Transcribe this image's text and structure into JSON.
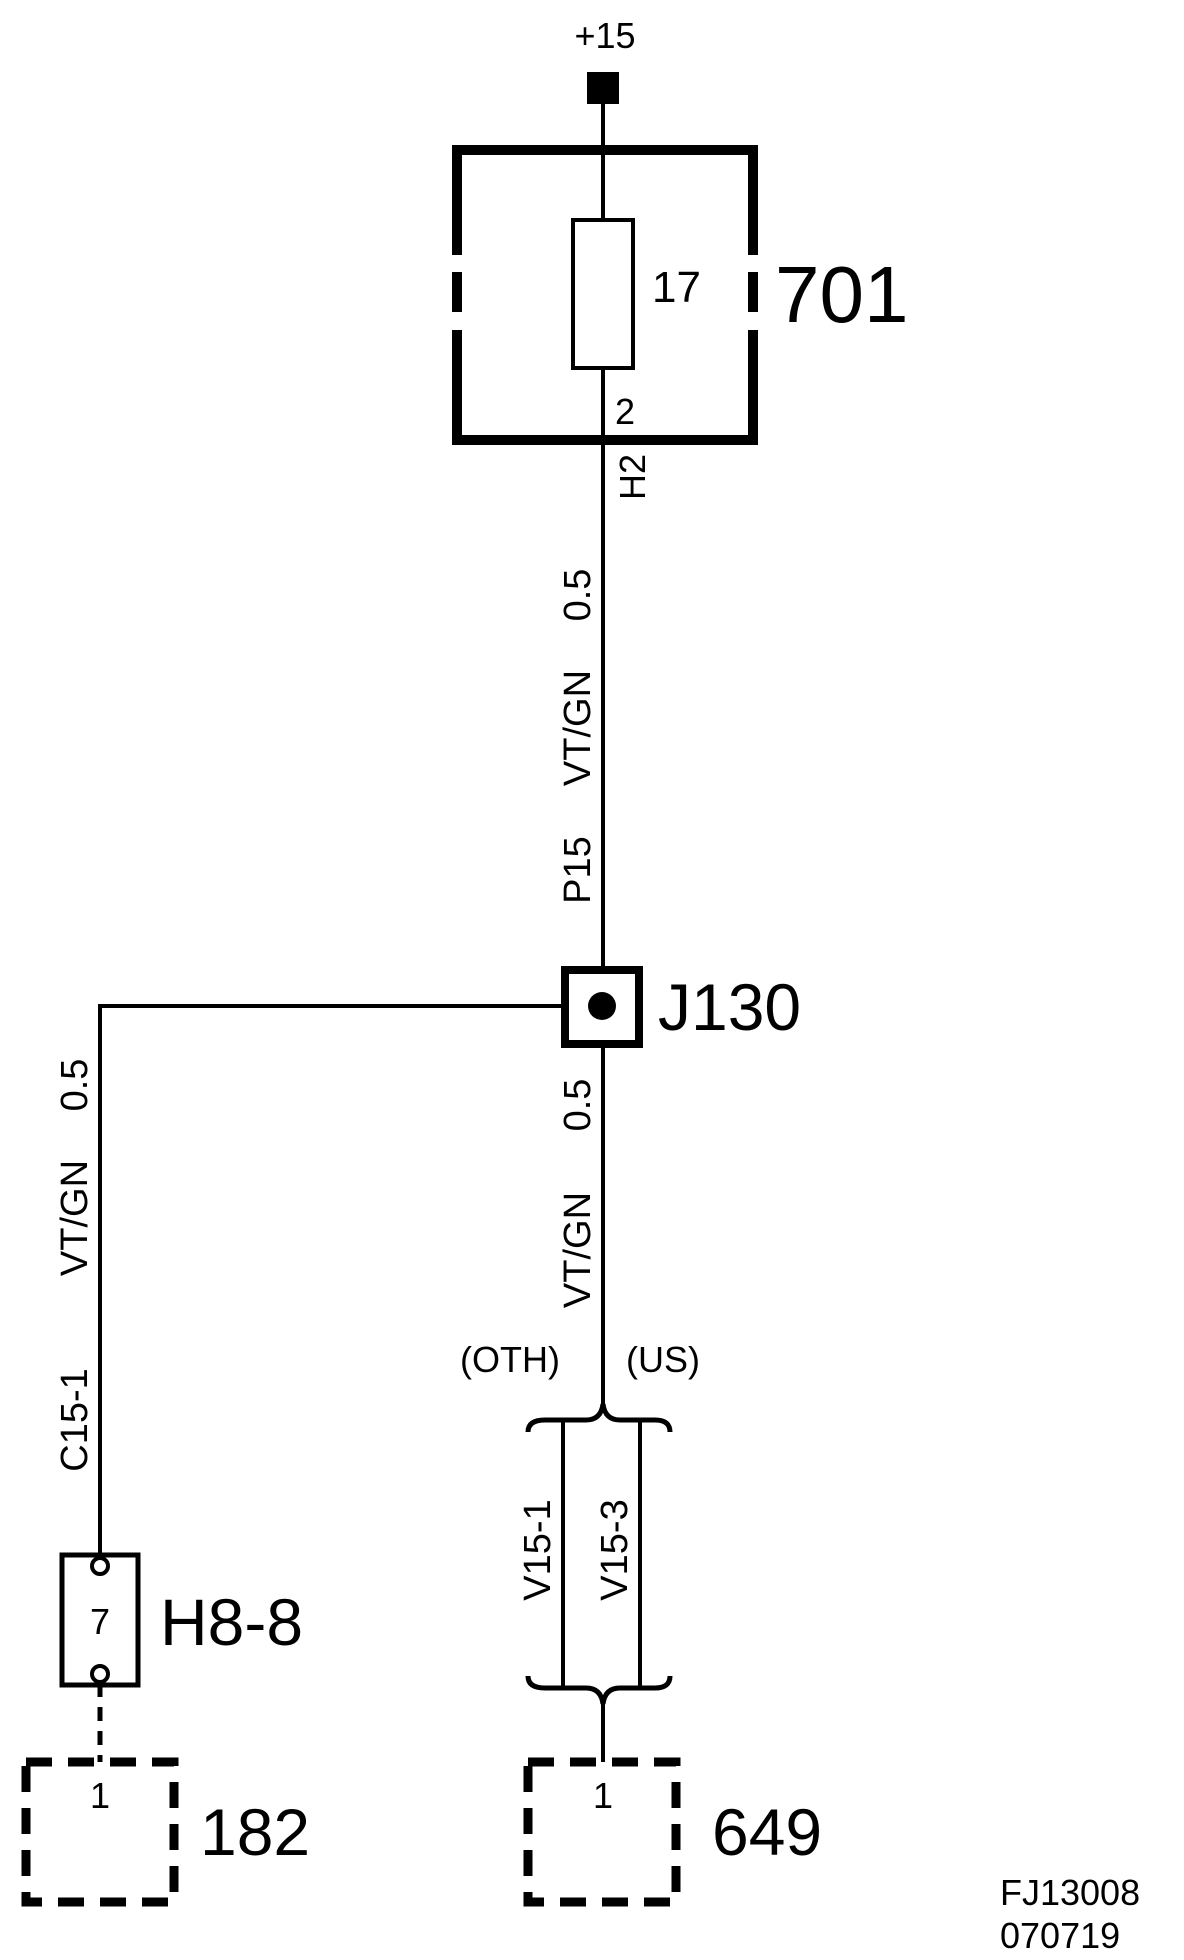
{
  "supply": {
    "label": "+15"
  },
  "fuse_box": {
    "id": "701",
    "fuse_number": "17",
    "pin": "2",
    "connector": "H2"
  },
  "wire_main": {
    "size": "0.5",
    "color": "VT/GN",
    "circuit": "P15"
  },
  "splice": {
    "id": "J130"
  },
  "wire_left": {
    "size": "0.5",
    "color": "VT/GN",
    "circuit": "C15-1"
  },
  "wire_down": {
    "size": "0.5",
    "color": "VT/GN"
  },
  "variants": {
    "left": "(OTH)",
    "right": "(US)"
  },
  "variant_circuits": {
    "left": "V15-1",
    "right": "V15-3"
  },
  "connector_h8": {
    "id": "H8-8",
    "pin": "7"
  },
  "component_182": {
    "id": "182",
    "pin": "1"
  },
  "component_649": {
    "id": "649",
    "pin": "1"
  },
  "figure_code": {
    "line1": "FJ13008",
    "line2": "070719"
  }
}
